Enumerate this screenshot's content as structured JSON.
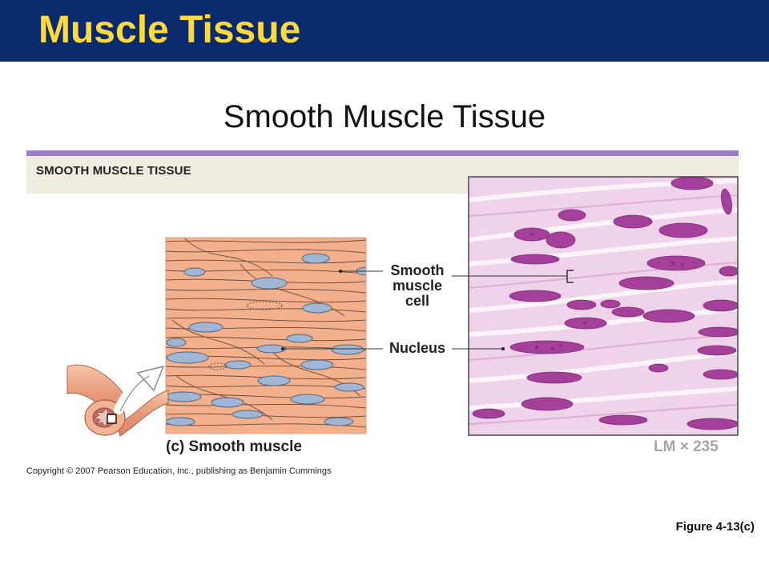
{
  "header": {
    "title": "Muscle Tissue"
  },
  "slide": {
    "subtitle": "Smooth Muscle Tissue"
  },
  "panel": {
    "heading": "SMOOTH MUSCLE TISSUE",
    "labels": {
      "smooth_muscle_cell": [
        "Smooth",
        "muscle",
        "cell"
      ],
      "nucleus": "Nucleus"
    },
    "caption": "(c) Smooth muscle",
    "magnification": "LM × 235",
    "copyright": "Copyright © 2007 Pearson Education, Inc., publishing as Benjamin Cummings"
  },
  "figure_ref": "Figure 4-13(c)",
  "colors": {
    "title_bar": "#0a2a6e",
    "title_text": "#ffd93d",
    "accent_rule": "#9b7fc1",
    "band": "#f0ede0",
    "tissue": "#f2b08c",
    "nucleus_drawing": "#9fb6d4",
    "micrograph_bg": "#efd3ea",
    "micrograph_nucleus": "#a4409a"
  }
}
